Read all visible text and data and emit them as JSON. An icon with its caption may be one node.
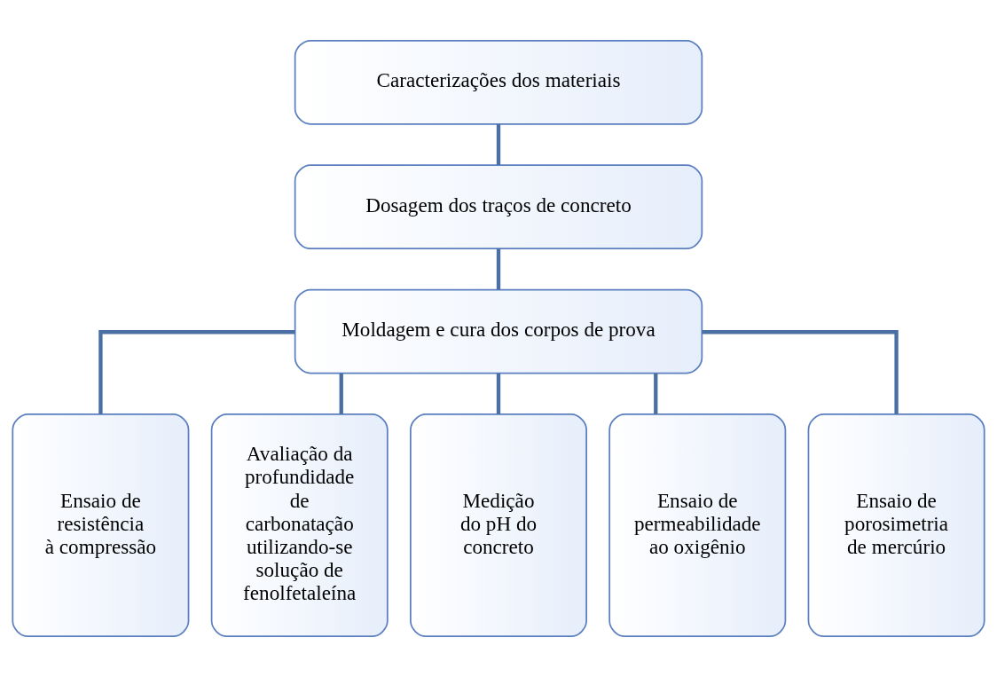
{
  "diagram": {
    "nodes": [
      {
        "text": [
          "Caracterizações dos materiais"
        ]
      },
      {
        "text": [
          "Dosagem dos traços de concreto"
        ]
      },
      {
        "text": [
          "Moldagem e cura dos corpos de prova"
        ]
      },
      {
        "text": [
          "Ensaio de resistência à compressão"
        ]
      },
      {
        "text": [
          "Avaliação da profundidade de carbonatação utilizando-se solução de fenolfetaleína"
        ]
      },
      {
        "text": [
          "Medição do pH do concreto"
        ]
      },
      {
        "text": [
          "Ensaio de permeabilidade ao oxigênio"
        ]
      },
      {
        "text": [
          "Ensaio de porosimetria de mercúrio"
        ]
      }
    ],
    "edges": [
      {
        "from": 0,
        "to": 1,
        "arrow": "none"
      },
      {
        "from": 1,
        "to": 2,
        "arrow": "none"
      },
      {
        "from": 2,
        "to": 3,
        "arrow": "none"
      },
      {
        "from": 2,
        "to": 4,
        "arrow": "none"
      },
      {
        "from": 2,
        "to": 5,
        "arrow": "none"
      },
      {
        "from": 2,
        "to": 6,
        "arrow": "none"
      },
      {
        "from": 2,
        "to": 7,
        "arrow": "none"
      }
    ]
  }
}
